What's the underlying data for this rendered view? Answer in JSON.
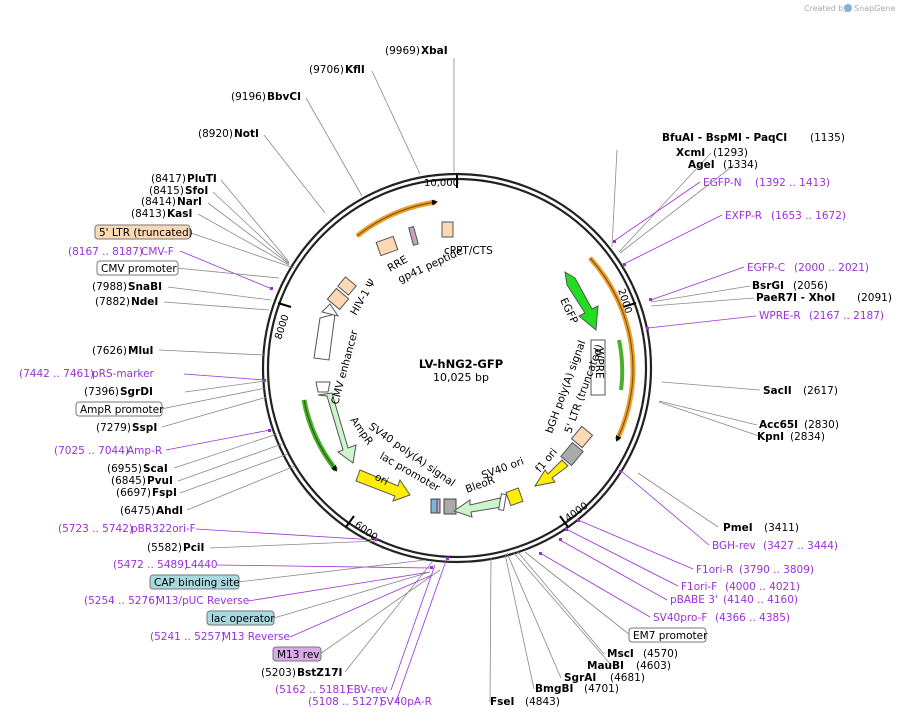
{
  "credit": {
    "prefix": "Created by",
    "brand": "SnapGene"
  },
  "plasmid": {
    "name": "LV-hNG2-GFP",
    "size": "10,025 bp"
  },
  "ticks": [
    "10,000",
    "2000",
    "4000",
    "6000",
    "8000"
  ],
  "sites": [
    {
      "pos": "(9969)",
      "name": "XbaI"
    },
    {
      "pos": "(9706)",
      "name": "KflI"
    },
    {
      "pos": "(9196)",
      "name": "BbvCI"
    },
    {
      "pos": "(8920)",
      "name": "NotI"
    },
    {
      "pos": "(8417)",
      "name": "PluTI"
    },
    {
      "pos": "(8415)",
      "name": "SfoI"
    },
    {
      "pos": "(8414)",
      "name": "NarI"
    },
    {
      "pos": "(8413)",
      "name": "KasI"
    },
    {
      "pos": "(7988)",
      "name": "SnaBI"
    },
    {
      "pos": "(7882)",
      "name": "NdeI"
    },
    {
      "pos": "(7626)",
      "name": "MluI"
    },
    {
      "pos": "(7396)",
      "name": "SgrDI"
    },
    {
      "pos": "(7279)",
      "name": "SspI"
    },
    {
      "pos": "(6955)",
      "name": "ScaI"
    },
    {
      "pos": "(6845)",
      "name": "PvuI"
    },
    {
      "pos": "(6697)",
      "name": "FspI"
    },
    {
      "pos": "(6475)",
      "name": "AhdI"
    },
    {
      "pos": "(5582)",
      "name": "PciI"
    },
    {
      "pos": "(5203)",
      "name": "BstZ17I"
    },
    {
      "pos": "(1135)",
      "name": "BfuAI - BspMI - PaqCI"
    },
    {
      "pos": "(1293)",
      "name": "XcmI"
    },
    {
      "pos": "(1334)",
      "name": "AgeI"
    },
    {
      "pos": "(2056)",
      "name": "BsrGI"
    },
    {
      "pos": "(2091)",
      "name": "PaeR7I - XhoI"
    },
    {
      "pos": "(2617)",
      "name": "SacII"
    },
    {
      "pos": "(2830)",
      "name": "Acc65I"
    },
    {
      "pos": "(2834)",
      "name": "KpnI"
    },
    {
      "pos": "(3411)",
      "name": "PmeI"
    },
    {
      "pos": "(4570)",
      "name": "MscI"
    },
    {
      "pos": "(4603)",
      "name": "MauBI"
    },
    {
      "pos": "(4681)",
      "name": "SgrAI"
    },
    {
      "pos": "(4701)",
      "name": "BmgBI"
    },
    {
      "pos": "(4843)",
      "name": "FseI"
    }
  ],
  "primers": [
    {
      "range": "(8167 .. 8187)",
      "name": "CMV-F"
    },
    {
      "range": "(7442 .. 7461)",
      "name": "pRS-marker"
    },
    {
      "range": "(7025 .. 7044)",
      "name": "Amp-R"
    },
    {
      "range": "(5723 .. 5742)",
      "name": "pBR322ori-F"
    },
    {
      "range": "(5472 .. 5489)",
      "name": "L4440"
    },
    {
      "range": "(5254 .. 5276)",
      "name": "M13/pUC Reverse"
    },
    {
      "range": "(5241 .. 5257)",
      "name": "M13 Reverse"
    },
    {
      "range": "(5162 .. 5181)",
      "name": "EBV-rev"
    },
    {
      "range": "(5108 .. 5127)",
      "name": "SV40pA-R"
    },
    {
      "range": "(1392 .. 1413)",
      "name": "EGFP-N"
    },
    {
      "range": "(1653 .. 1672)",
      "name": "EXFP-R"
    },
    {
      "range": "(2000 .. 2021)",
      "name": "EGFP-C"
    },
    {
      "range": "(2167 .. 2187)",
      "name": "WPRE-R"
    },
    {
      "range": "(3427 .. 3444)",
      "name": "BGH-rev"
    },
    {
      "range": "(3790 .. 3809)",
      "name": "F1ori-R"
    },
    {
      "range": "(4000 .. 4021)",
      "name": "F1ori-F"
    },
    {
      "range": "(4140 .. 4160)",
      "name": "pBABE 3'"
    },
    {
      "range": "(4366 .. 4385)",
      "name": "SV40pro-F"
    }
  ],
  "boxed_features": {
    "ltr5_trunc": "5' LTR (truncated)",
    "cmv_promoter": "CMV promoter",
    "ampr_promoter": "AmpR promoter",
    "cap_site": "CAP binding site",
    "lac_operator": "lac operator",
    "m13_rev": "M13 rev",
    "em7_promoter": "EM7 promoter"
  },
  "inner_features": {
    "cppt": "cPPT/CTS",
    "rre": "RRE",
    "gp41": "gp41 peptide",
    "hiv": "HIV-1 Ψ",
    "egfp": "EGFP",
    "wpre": "WPRE",
    "bgh": "bGH poly(A) signal",
    "ltr5": "5' LTR (truncated)",
    "f1ori": "f1 ori",
    "sv40ori": "SV40 ori",
    "bleor": "BleoR",
    "cmv_enh": "CMV enhancer",
    "ampr": "AmpR",
    "sv40pa": "SV40 poly(A) signal",
    "lacprom": "lac promoter",
    "ori": "ori"
  },
  "colors": {
    "site": "#000000",
    "primer": "#9b30d9",
    "egfp": "#22dd22",
    "ori": "#ffee00",
    "enhancer": "#ccf5cc",
    "ltr": "#fbd9b5",
    "bleo": "#ccf5cc",
    "arc": "#e8a030"
  }
}
